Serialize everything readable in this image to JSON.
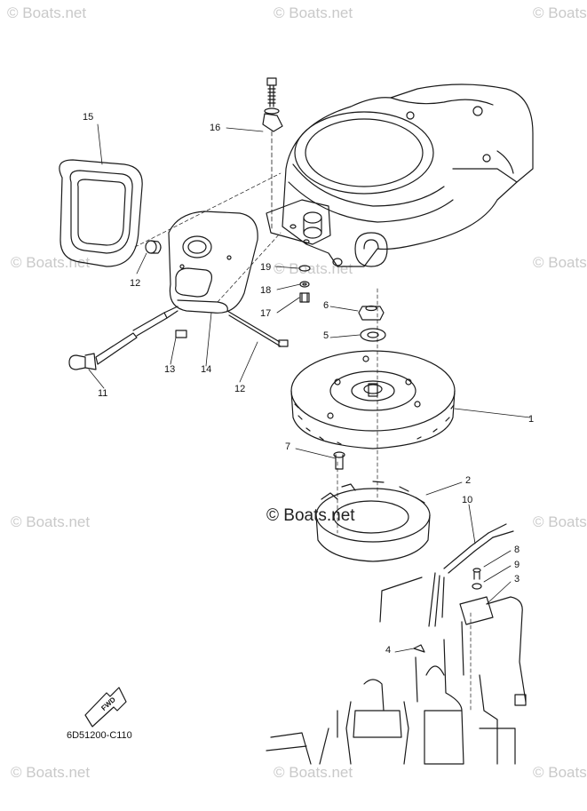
{
  "watermark": "© Boats.net",
  "center_watermark": "© Boats.net",
  "diagram_code": "6D51200-C110",
  "fwd_label": "FWD",
  "callouts": {
    "c1": "1",
    "c2": "2",
    "c3": "3",
    "c4": "4",
    "c5": "5",
    "c6": "6",
    "c7": "7",
    "c8": "8",
    "c9": "9",
    "c10": "10",
    "c11": "11",
    "c12a": "12",
    "c12b": "12",
    "c13": "13",
    "c14": "14",
    "c15": "15",
    "c16": "16",
    "c17": "17",
    "c18": "18",
    "c19": "19"
  }
}
